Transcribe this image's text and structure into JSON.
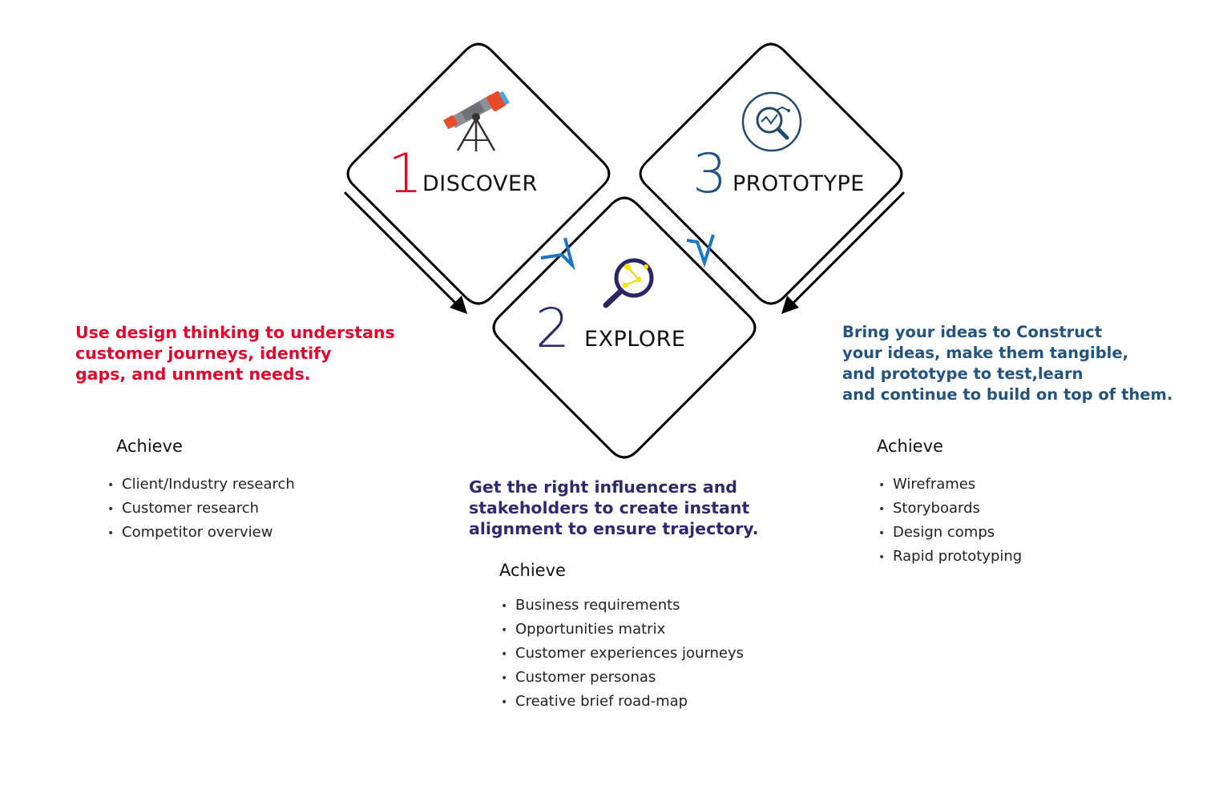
{
  "colors": {
    "discover": "#e1062c",
    "explore": "#2e2a6e",
    "prototype": "#235480",
    "connector": "#1976c2"
  },
  "steps": [
    {
      "number": "1",
      "title": "DISCOVER",
      "icon": "telescope-icon",
      "description": [
        "Use design thinking to understans",
        "customer journeys, identify",
        "gaps, and unment needs."
      ],
      "achieve_label": "Achieve",
      "items": [
        "Client/Industry research",
        "Customer research",
        "Competitor overview"
      ]
    },
    {
      "number": "2",
      "title": "EXPLORE",
      "icon": "magnifier-icon",
      "description": [
        "Get the right influencers and",
        "stakeholders to create instant",
        "alignment to ensure trajectory."
      ],
      "achieve_label": "Achieve",
      "items": [
        "Business requirements",
        "Opportunities matrix",
        "Customer experiences journeys",
        "Customer personas",
        "Creative brief road-map"
      ]
    },
    {
      "number": "3",
      "title": "PROTOTYPE",
      "icon": "analytics-search-icon",
      "description": [
        "Bring your ideas to Construct",
        "your ideas, make them tangible,",
        "and prototype to test,learn",
        "and continue to build on top of them."
      ],
      "achieve_label": "Achieve",
      "items": [
        "Wireframes",
        "Storyboards",
        "Design comps",
        "Rapid prototyping"
      ]
    }
  ]
}
